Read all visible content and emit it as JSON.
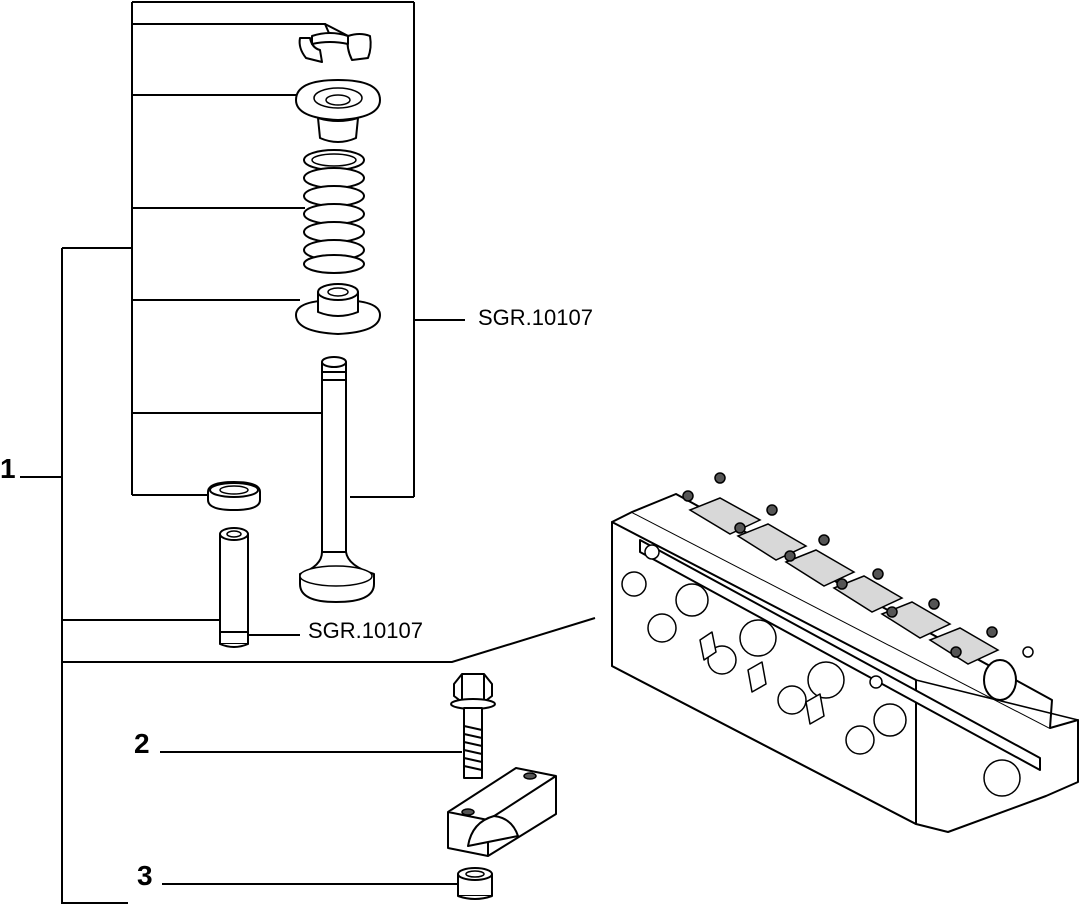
{
  "callouts": {
    "item1": "1",
    "item2": "2",
    "item3": "3"
  },
  "references": {
    "valve_assembly_ref": "SGR.10107",
    "valve_guide_ref": "SGR.10107"
  },
  "icons": {
    "valve_keepers": "valve-keepers-icon",
    "spring_retainer": "spring-retainer-icon",
    "valve_spring": "valve-spring-icon",
    "spring_seat": "spring-seat-icon",
    "valve": "valve-icon",
    "valve_seal": "valve-seal-icon",
    "valve_guide": "valve-guide-icon",
    "bolt": "bolt-icon",
    "bearing_cap": "bearing-cap-icon",
    "bushing": "bushing-icon",
    "cylinder_head": "cylinder-head-icon"
  }
}
